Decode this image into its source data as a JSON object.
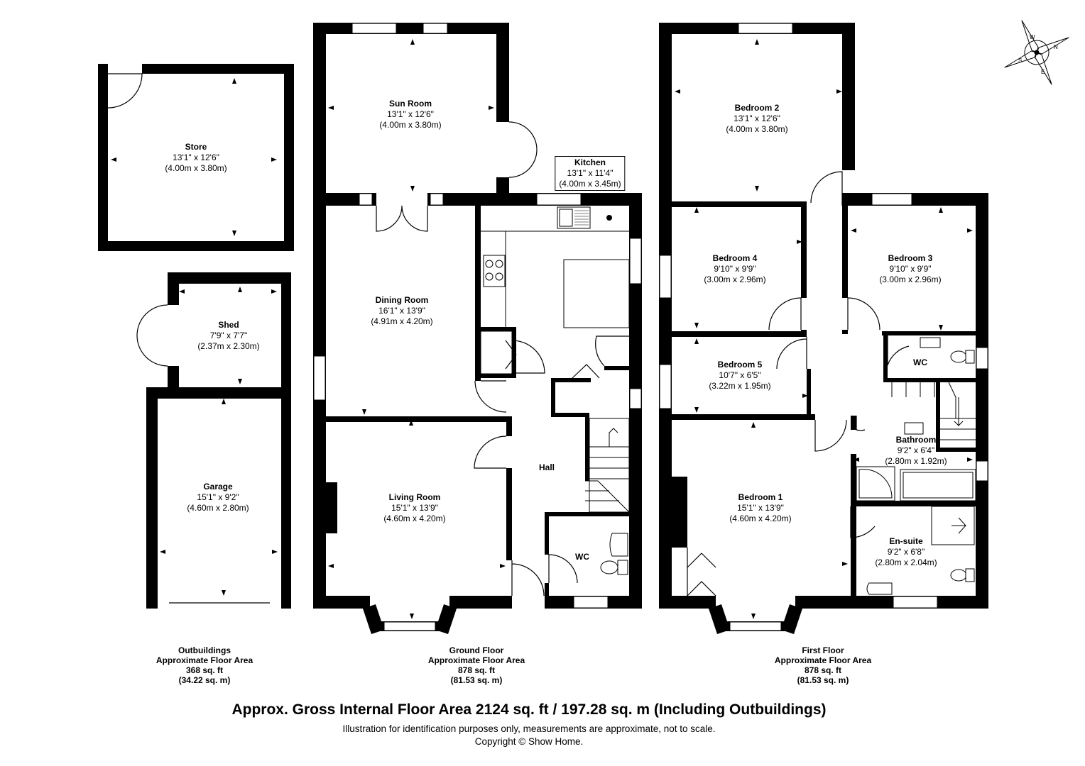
{
  "rooms": {
    "store": {
      "name": "Store",
      "imperial": "13'1\" x 12'6\"",
      "metric": "(4.00m x 3.80m)"
    },
    "shed": {
      "name": "Shed",
      "imperial": "7'9\" x 7'7\"",
      "metric": "(2.37m x 2.30m)"
    },
    "garage": {
      "name": "Garage",
      "imperial": "15'1\" x 9'2\"",
      "metric": "(4.60m x 2.80m)"
    },
    "sun_room": {
      "name": "Sun Room",
      "imperial": "13'1\" x 12'6\"",
      "metric": "(4.00m x 3.80m)"
    },
    "kitchen": {
      "name": "Kitchen",
      "imperial": "13'1\" x 11'4\"",
      "metric": "(4.00m x 3.45m)"
    },
    "dining_room": {
      "name": "Dining Room",
      "imperial": "16'1\" x 13'9\"",
      "metric": "(4.91m x 4.20m)"
    },
    "living_room": {
      "name": "Living Room",
      "imperial": "15'1\" x 13'9\"",
      "metric": "(4.60m x 4.20m)"
    },
    "hall": {
      "name": "Hall"
    },
    "wc_ground": {
      "name": "WC"
    },
    "bedroom_2": {
      "name": "Bedroom 2",
      "imperial": "13'1\" x 12'6\"",
      "metric": "(4.00m x 3.80m)"
    },
    "bedroom_4": {
      "name": "Bedroom 4",
      "imperial": "9'10\" x 9'9\"",
      "metric": "(3.00m x 2.96m)"
    },
    "bedroom_3": {
      "name": "Bedroom 3",
      "imperial": "9'10\" x 9'9\"",
      "metric": "(3.00m x 2.96m)"
    },
    "bedroom_5": {
      "name": "Bedroom 5",
      "imperial": "10'7\" x 6'5\"",
      "metric": "(3.22m x 1.95m)"
    },
    "wc_first": {
      "name": "WC"
    },
    "bathroom": {
      "name": "Bathroom",
      "imperial": "9'2\" x 6'4\"",
      "metric": "(2.80m x 1.92m)"
    },
    "bedroom_1": {
      "name": "Bedroom 1",
      "imperial": "15'1\" x 13'9\"",
      "metric": "(4.60m x 4.20m)"
    },
    "en_suite": {
      "name": "En-suite",
      "imperial": "9'2\" x 6'8\"",
      "metric": "(2.80m x 2.04m)"
    }
  },
  "floors": {
    "outbuildings": {
      "line1": "Outbuildings",
      "line2": "Approximate Floor Area",
      "line3": "368 sq. ft",
      "line4": "(34.22 sq. m)"
    },
    "ground": {
      "line1": "Ground Floor",
      "line2": "Approximate Floor Area",
      "line3": "878 sq. ft",
      "line4": "(81.53 sq. m)"
    },
    "first": {
      "line1": "First Floor",
      "line2": "Approximate Floor Area",
      "line3": "878 sq. ft",
      "line4": "(81.53 sq. m)"
    }
  },
  "footer": {
    "gross": "Approx. Gross Internal Floor Area 2124 sq. ft / 197.28 sq. m (Including Outbuildings)",
    "disclaimer": "Illustration for identification purposes only, measurements are approximate, not to scale.",
    "copyright": "Copyright © Show Home."
  },
  "compass": {
    "n": "N",
    "e": "E",
    "s": "S",
    "w": "W",
    "icon": "compass-rose-icon"
  },
  "colors": {
    "wall": "#000000",
    "window": "#ffffff",
    "background": "#ffffff"
  }
}
